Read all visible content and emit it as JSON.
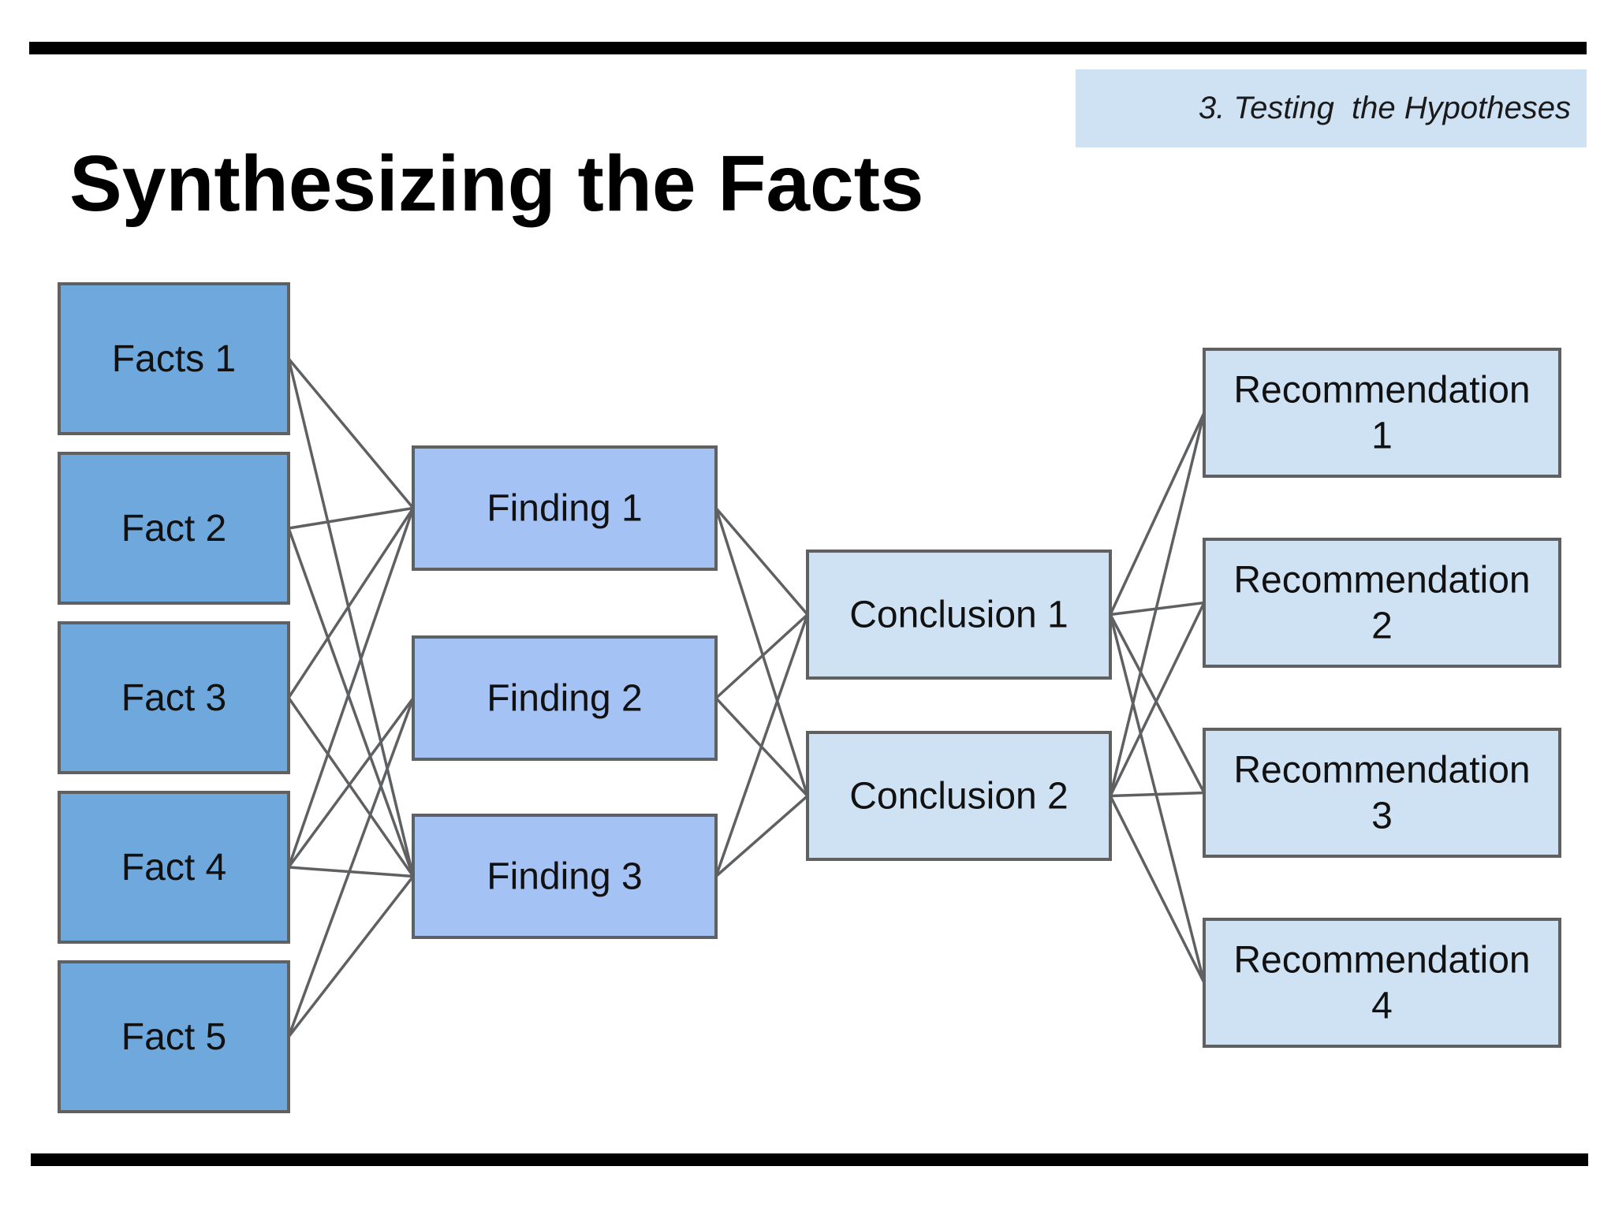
{
  "slide": {
    "section": "3. Testing  the Hypotheses",
    "title": "Synthesizing the Facts"
  },
  "colors": {
    "fact": "#6fa8dc",
    "finding": "#a4c2f4",
    "conclusion": "#cfe2f3",
    "recommendation": "#cfe2f3",
    "section_tag": "#cfe2f3",
    "connector": "#5f6062"
  },
  "diagram": {
    "nodes": [
      {
        "id": "fact1",
        "kind": "fact",
        "lines": [
          "Facts 1"
        ]
      },
      {
        "id": "fact2",
        "kind": "fact",
        "lines": [
          "Fact 2"
        ]
      },
      {
        "id": "fact3",
        "kind": "fact",
        "lines": [
          "Fact 3"
        ]
      },
      {
        "id": "fact4",
        "kind": "fact",
        "lines": [
          "Fact 4"
        ]
      },
      {
        "id": "fact5",
        "kind": "fact",
        "lines": [
          "Fact 5"
        ]
      },
      {
        "id": "finding1",
        "kind": "finding",
        "lines": [
          "Finding 1"
        ]
      },
      {
        "id": "finding2",
        "kind": "finding",
        "lines": [
          "Finding 2"
        ]
      },
      {
        "id": "finding3",
        "kind": "finding",
        "lines": [
          "Finding 3"
        ]
      },
      {
        "id": "conclusion1",
        "kind": "conclusion",
        "lines": [
          "Conclusion 1"
        ]
      },
      {
        "id": "conclusion2",
        "kind": "conclusion",
        "lines": [
          "Conclusion 2"
        ]
      },
      {
        "id": "rec1",
        "kind": "recommendation",
        "lines": [
          "Recommendation",
          "1"
        ]
      },
      {
        "id": "rec2",
        "kind": "recommendation",
        "lines": [
          "Recommendation",
          "2"
        ]
      },
      {
        "id": "rec3",
        "kind": "recommendation",
        "lines": [
          "Recommendation",
          "3"
        ]
      },
      {
        "id": "rec4",
        "kind": "recommendation",
        "lines": [
          "Recommendation",
          "4"
        ]
      }
    ],
    "edges": [
      [
        "fact1",
        "finding1"
      ],
      [
        "fact1",
        "finding3"
      ],
      [
        "fact2",
        "finding1"
      ],
      [
        "fact2",
        "finding3"
      ],
      [
        "fact3",
        "finding1"
      ],
      [
        "fact3",
        "finding3"
      ],
      [
        "fact4",
        "finding1"
      ],
      [
        "fact4",
        "finding2"
      ],
      [
        "fact4",
        "finding3"
      ],
      [
        "fact5",
        "finding2"
      ],
      [
        "fact5",
        "finding3"
      ],
      [
        "finding1",
        "conclusion1"
      ],
      [
        "finding1",
        "conclusion2"
      ],
      [
        "finding2",
        "conclusion1"
      ],
      [
        "finding2",
        "conclusion2"
      ],
      [
        "finding3",
        "conclusion1"
      ],
      [
        "finding3",
        "conclusion2"
      ],
      [
        "conclusion1",
        "rec1"
      ],
      [
        "conclusion1",
        "rec2"
      ],
      [
        "conclusion1",
        "rec3"
      ],
      [
        "conclusion1",
        "rec4"
      ],
      [
        "conclusion2",
        "rec1"
      ],
      [
        "conclusion2",
        "rec2"
      ],
      [
        "conclusion2",
        "rec3"
      ],
      [
        "conclusion2",
        "rec4"
      ]
    ]
  }
}
